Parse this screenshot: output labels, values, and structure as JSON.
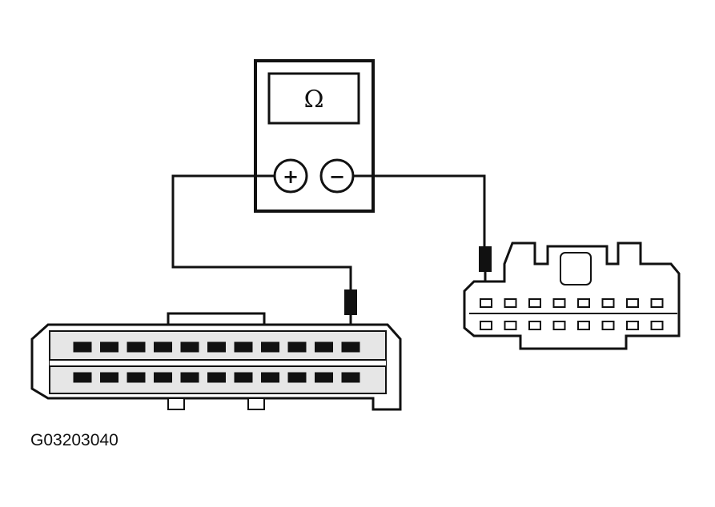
{
  "meter": {
    "display_symbol": "Ω",
    "plus_symbol": "+",
    "minus_symbol": "−"
  },
  "figure_id": "G03203040",
  "connector_left": {
    "rows": 2,
    "pins_per_row": 11,
    "probed_pin_row": 1,
    "probed_pin_index": 11
  },
  "connector_right": {
    "rows": 2,
    "pins_per_row": 8,
    "probed_pin_row": 1,
    "probed_pin_index": 1
  },
  "colors": {
    "line": "#111111",
    "fill": "#ffffff",
    "pin": "#111111",
    "body_shade": "#e6e6e6"
  }
}
